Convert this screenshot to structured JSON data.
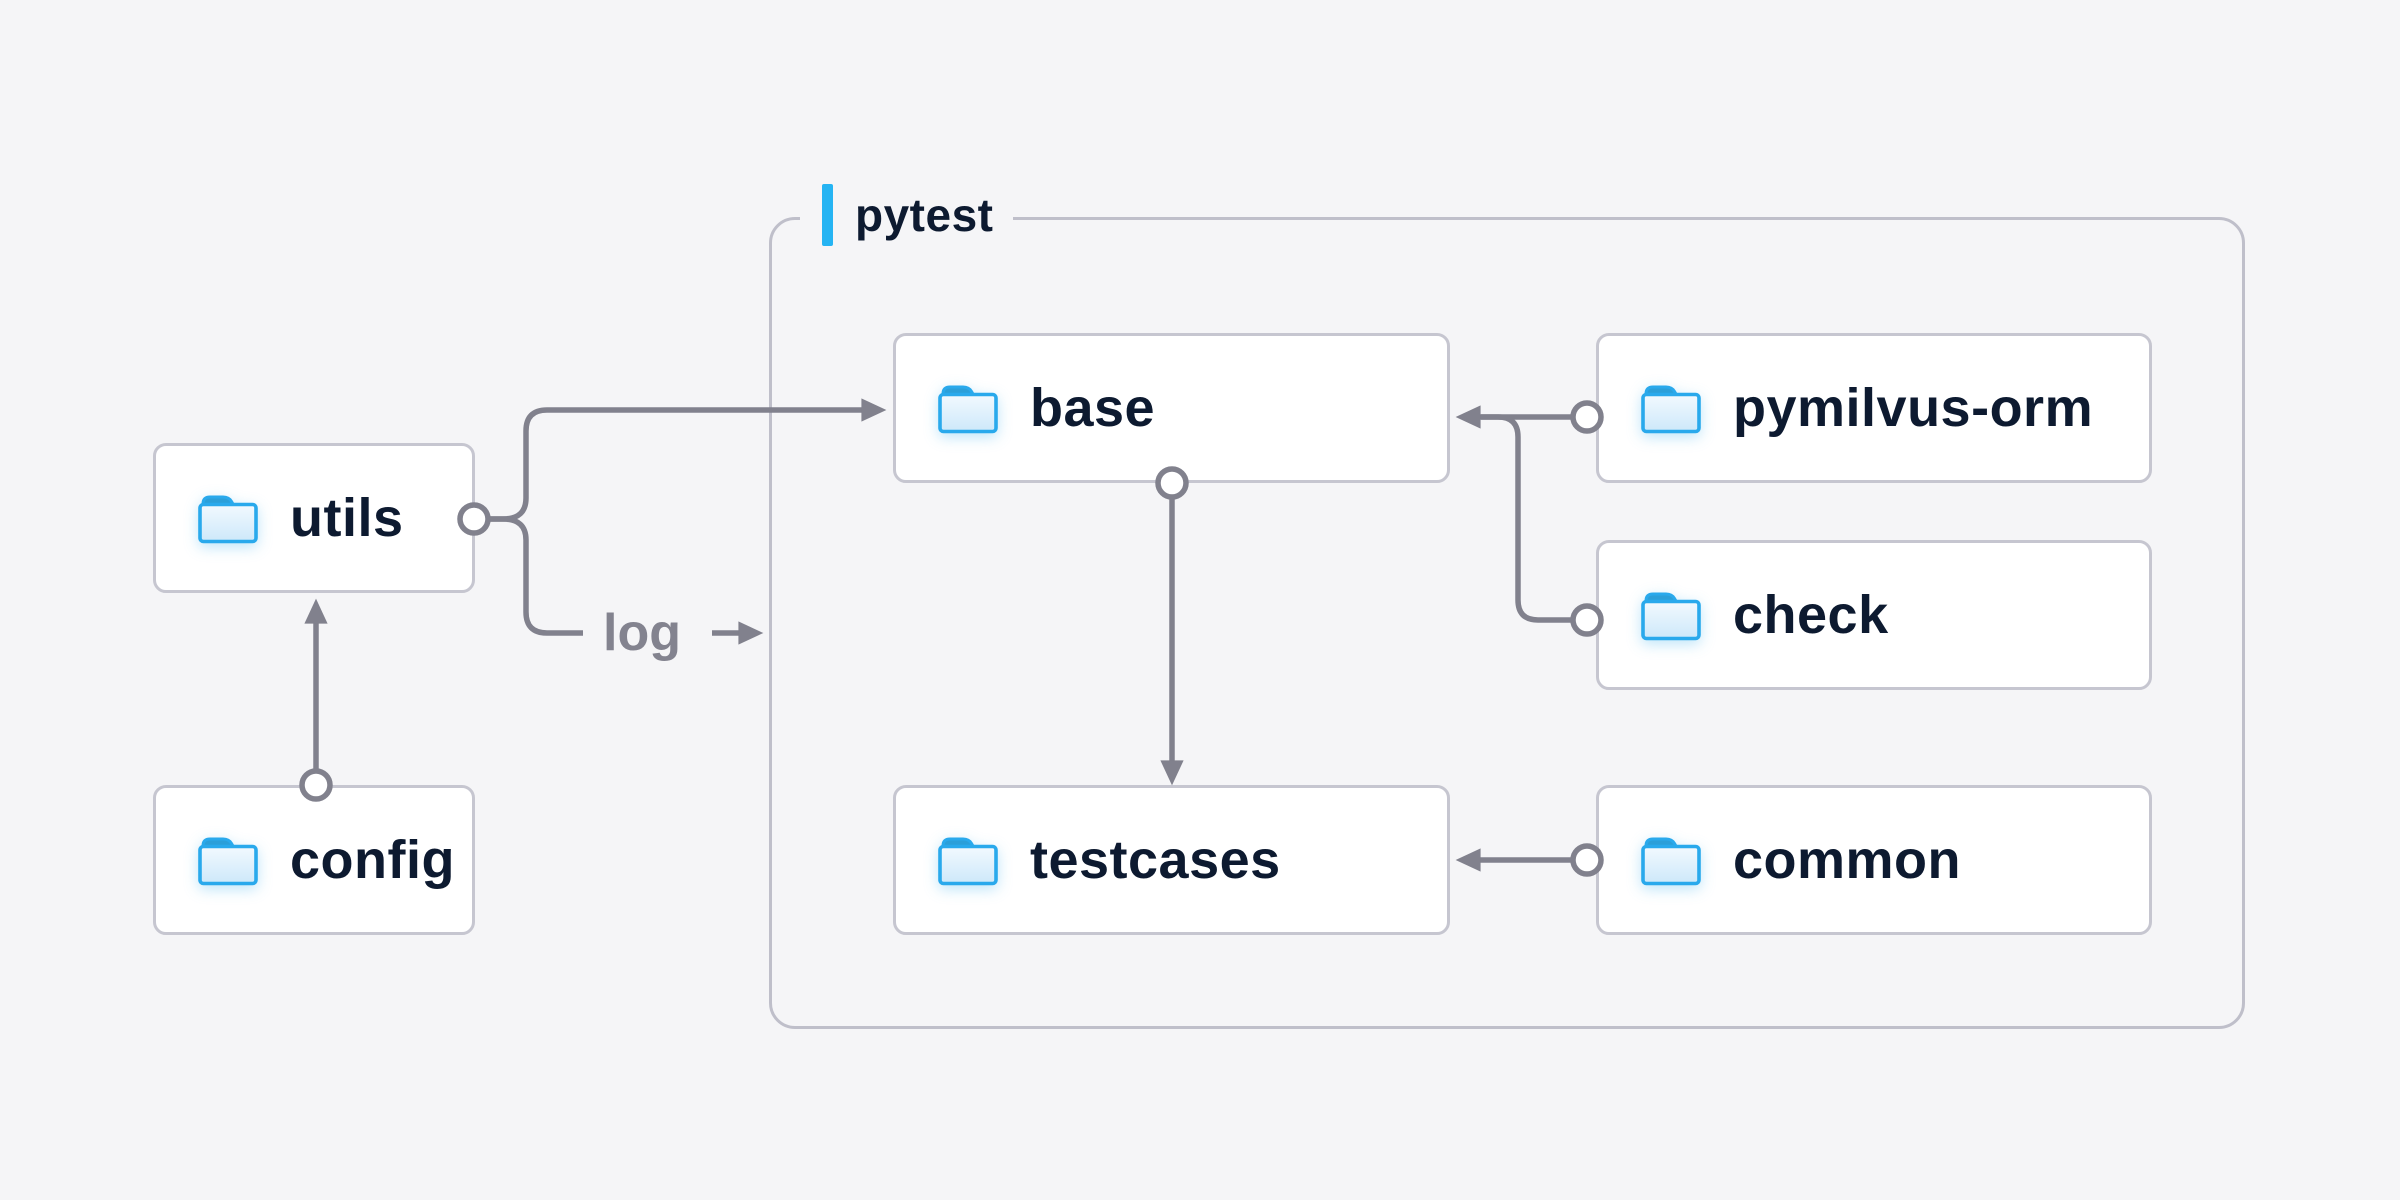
{
  "group": {
    "label": "pytest"
  },
  "nodes": [
    {
      "id": "utils",
      "label": "utils",
      "icon": "folder-icon"
    },
    {
      "id": "config",
      "label": "config",
      "icon": "folder-icon"
    },
    {
      "id": "base",
      "label": "base",
      "icon": "folder-icon"
    },
    {
      "id": "pymilvus-orm",
      "label": "pymilvus-orm",
      "icon": "folder-icon"
    },
    {
      "id": "check",
      "label": "check",
      "icon": "folder-icon"
    },
    {
      "id": "testcases",
      "label": "testcases",
      "icon": "folder-icon"
    },
    {
      "id": "common",
      "label": "common",
      "icon": "folder-icon"
    }
  ],
  "edge_label": {
    "text": "log"
  },
  "edges": [
    {
      "from": "utils",
      "to": "base",
      "style": "arrow"
    },
    {
      "from": "utils",
      "to": "pytest",
      "style": "arrow",
      "label": "log"
    },
    {
      "from": "config",
      "to": "utils",
      "style": "arrow"
    },
    {
      "from": "base",
      "to": "testcases",
      "style": "arrow"
    },
    {
      "from": "pymilvus-orm",
      "to": "base",
      "style": "arrow"
    },
    {
      "from": "check",
      "to": "base",
      "style": "arrow"
    },
    {
      "from": "common",
      "to": "testcases",
      "style": "arrow"
    }
  ],
  "colors": {
    "background": "#f5f5f7",
    "node_background": "#ffffff",
    "node_border": "#c6c6d0",
    "group_border": "#bfbfca",
    "connector": "#81818d",
    "accent_bar_blue": "#25b4f3",
    "folder_blue": "#29a9ec",
    "folder_tab_blue": "#2b9fd9",
    "text": "#0d1a30",
    "muted_text": "#83838f"
  }
}
